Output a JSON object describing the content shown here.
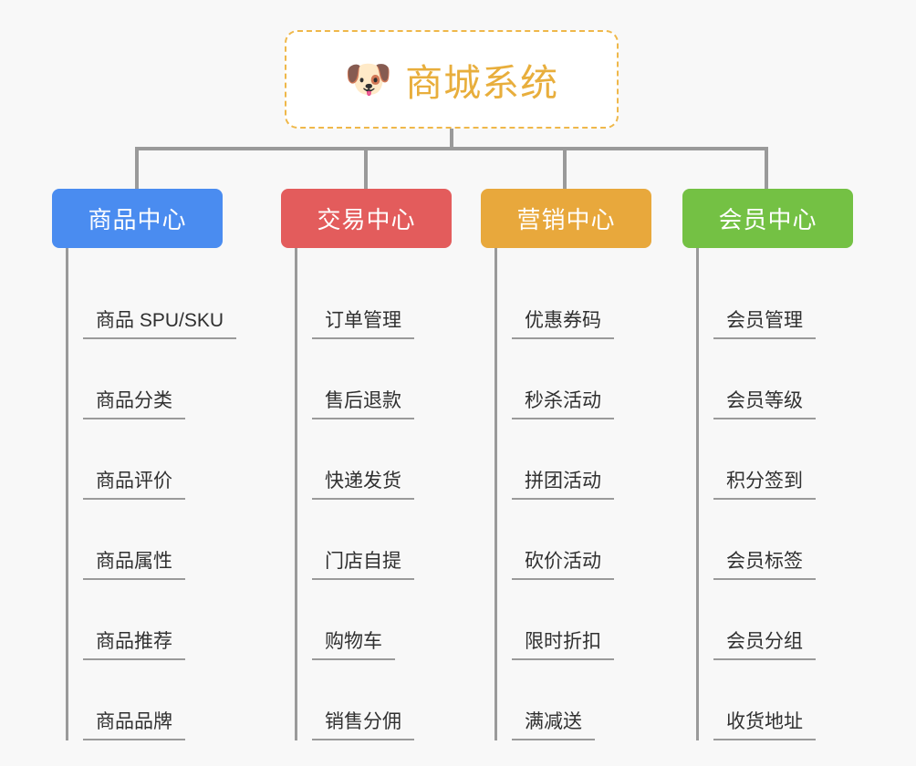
{
  "page": {
    "background_color": "#f8f8f8",
    "line_color": "#9a9a9a"
  },
  "root": {
    "icon": "dog-face-emoji",
    "emoji": "🐶",
    "title": "商城系统",
    "title_color": "#e8ae3c",
    "border_color": "#efb84a"
  },
  "branches": [
    {
      "id": "product-center",
      "label": "商品中心",
      "color": "#4a8cf0",
      "items": [
        "商品 SPU/SKU",
        "商品分类",
        "商品评价",
        "商品属性",
        "商品推荐",
        "商品品牌"
      ]
    },
    {
      "id": "trade-center",
      "label": "交易中心",
      "color": "#e35c5c",
      "items": [
        "订单管理",
        "售后退款",
        "快递发货",
        "门店自提",
        "购物车",
        "销售分佣"
      ]
    },
    {
      "id": "marketing-center",
      "label": "营销中心",
      "color": "#e8a83c",
      "items": [
        "优惠券码",
        "秒杀活动",
        "拼团活动",
        "砍价活动",
        "限时折扣",
        "满减送"
      ]
    },
    {
      "id": "member-center",
      "label": "会员中心",
      "color": "#74c144",
      "items": [
        "会员管理",
        "会员等级",
        "积分签到",
        "会员标签",
        "会员分组",
        "收货地址"
      ]
    }
  ]
}
